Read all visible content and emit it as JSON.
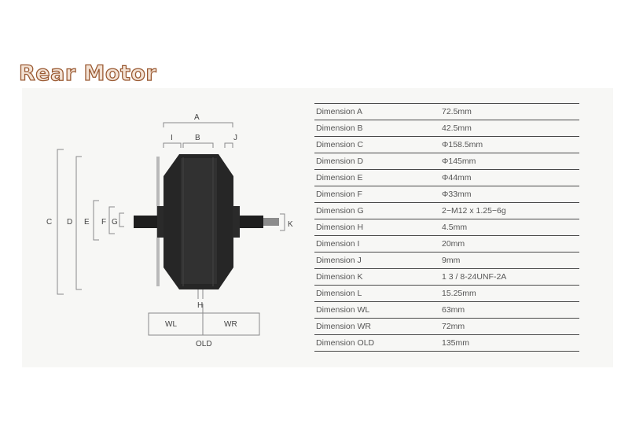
{
  "title": "Rear Motor",
  "diagram_labels": {
    "A": "A",
    "B": "B",
    "C": "C",
    "D": "D",
    "E": "E",
    "F": "F",
    "G": "G",
    "H": "H",
    "I": "I",
    "J": "J",
    "K": "K",
    "WL": "WL",
    "WR": "WR",
    "OLD": "OLD"
  },
  "specs": [
    {
      "name": "Dimension A",
      "value": "72.5mm"
    },
    {
      "name": "Dimension B",
      "value": "42.5mm"
    },
    {
      "name": "Dimension C",
      "value": "Φ158.5mm"
    },
    {
      "name": "Dimension D",
      "value": "Φ145mm"
    },
    {
      "name": "Dimension E",
      "value": "Φ44mm"
    },
    {
      "name": "Dimension F",
      "value": "Φ33mm"
    },
    {
      "name": "Dimension G",
      "value": "2−M12 x 1.25−6g"
    },
    {
      "name": "Dimension H",
      "value": "4.5mm"
    },
    {
      "name": "Dimension I",
      "value": "20mm"
    },
    {
      "name": "Dimension J",
      "value": "9mm"
    },
    {
      "name": "Dimension K",
      "value": "1 3 / 8-24UNF-2A"
    },
    {
      "name": "Dimension L",
      "value": "15.25mm"
    },
    {
      "name": "Dimension WL",
      "value": "63mm"
    },
    {
      "name": "Dimension WR",
      "value": "72mm"
    },
    {
      "name": "Dimension OLD",
      "value": "135mm"
    }
  ]
}
